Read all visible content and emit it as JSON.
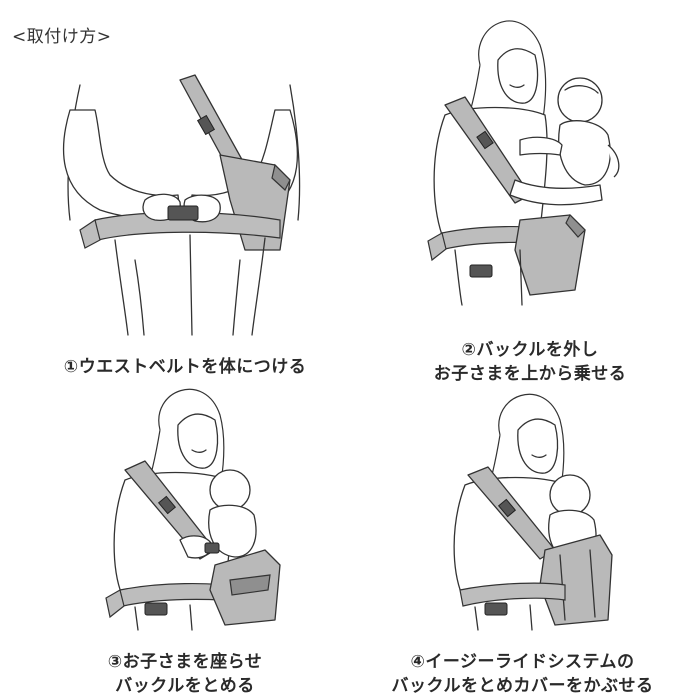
{
  "heading": "<取付け方>",
  "steps": [
    {
      "lines": [
        "①ウエストベルトを体につける"
      ]
    },
    {
      "lines": [
        "②バックルを外し",
        "お子さまを上から乗せる"
      ]
    },
    {
      "lines": [
        "③お子さまを座らせ",
        "バックルをとめる"
      ]
    },
    {
      "lines": [
        "④イージーライドシステムの",
        "バックルをとめカバーをかぶせる"
      ]
    }
  ],
  "colors": {
    "line": "#333333",
    "bag": "#b9b9b9",
    "background": "#ffffff"
  }
}
